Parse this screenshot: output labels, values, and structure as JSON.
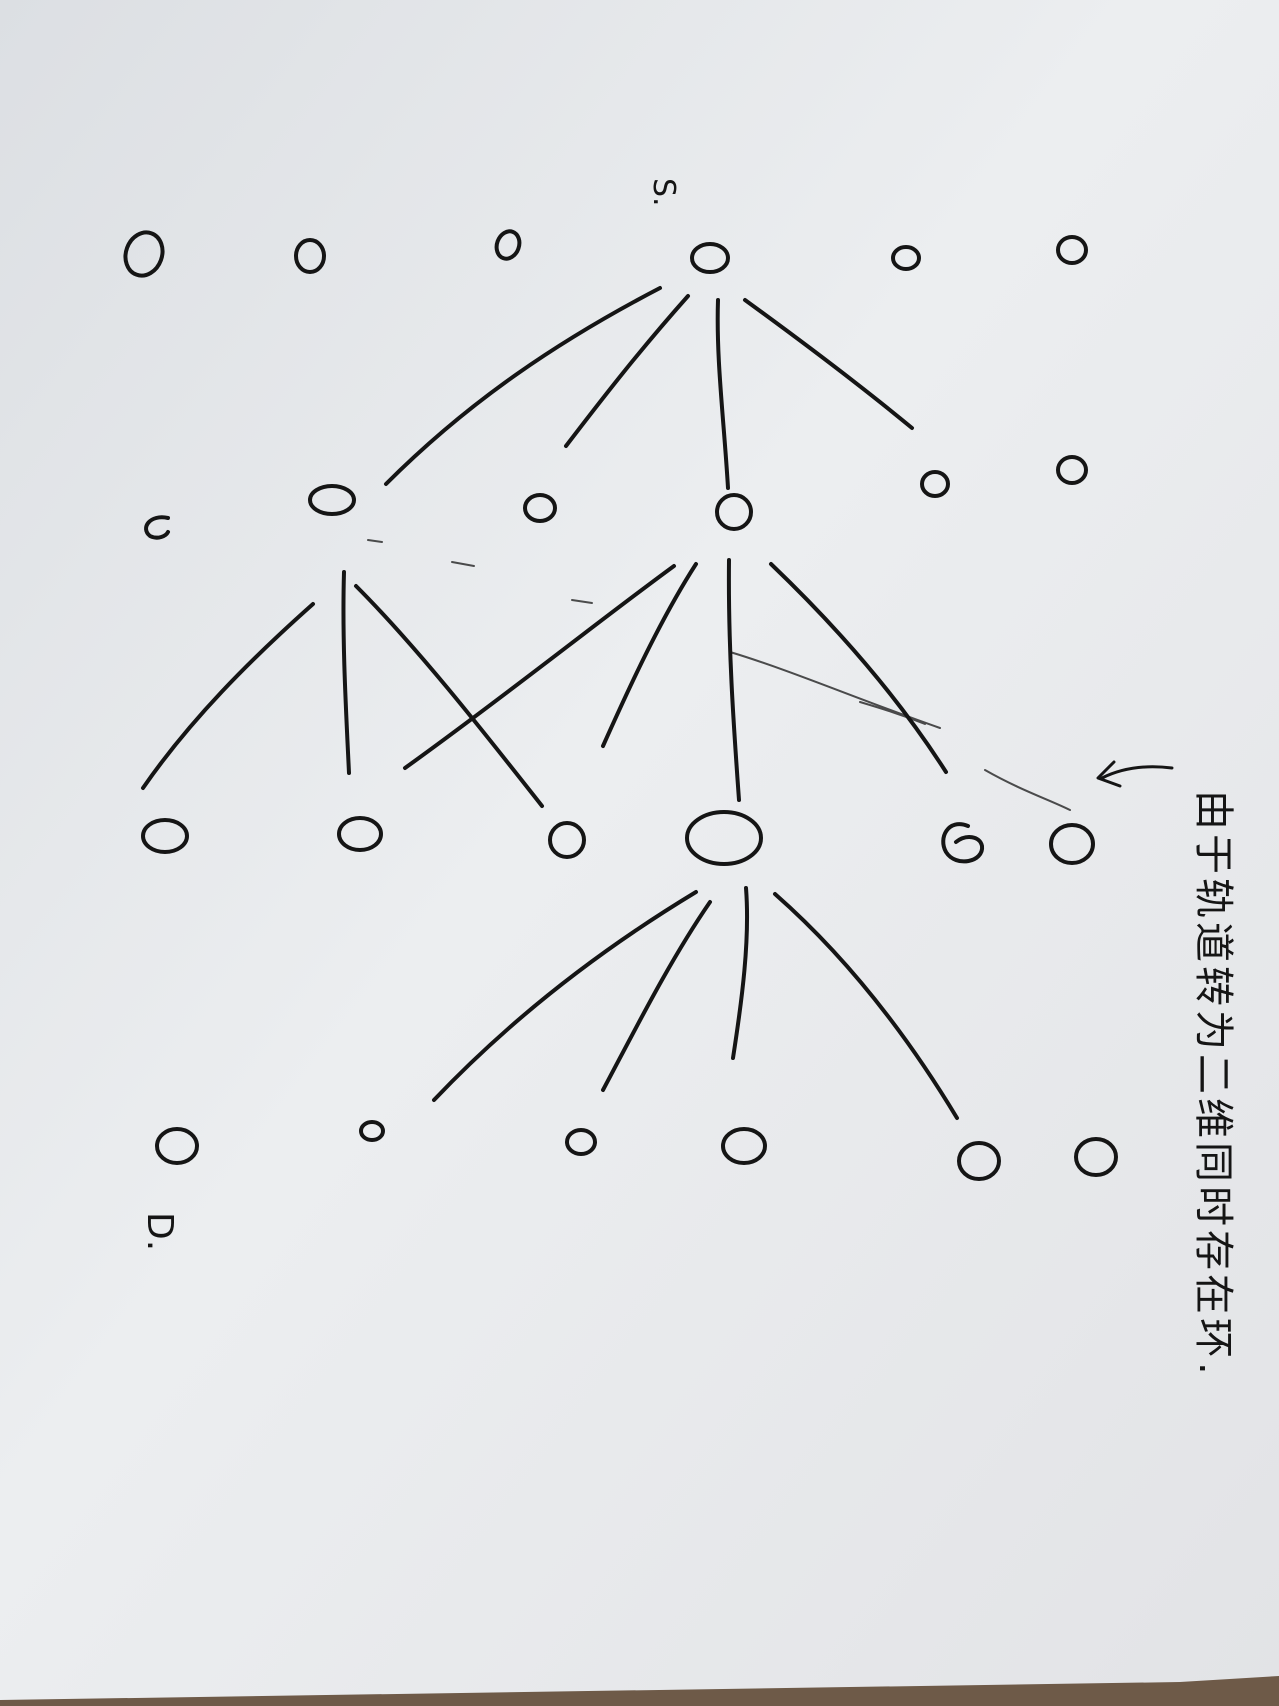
{
  "labels": {
    "source": "S.",
    "target": "D.",
    "note": "由于轨道转为二维同时存在环."
  },
  "colors": {
    "ink": "#151515",
    "paper": "#e9eaec",
    "edge_of_table": "#6e5a48"
  }
}
